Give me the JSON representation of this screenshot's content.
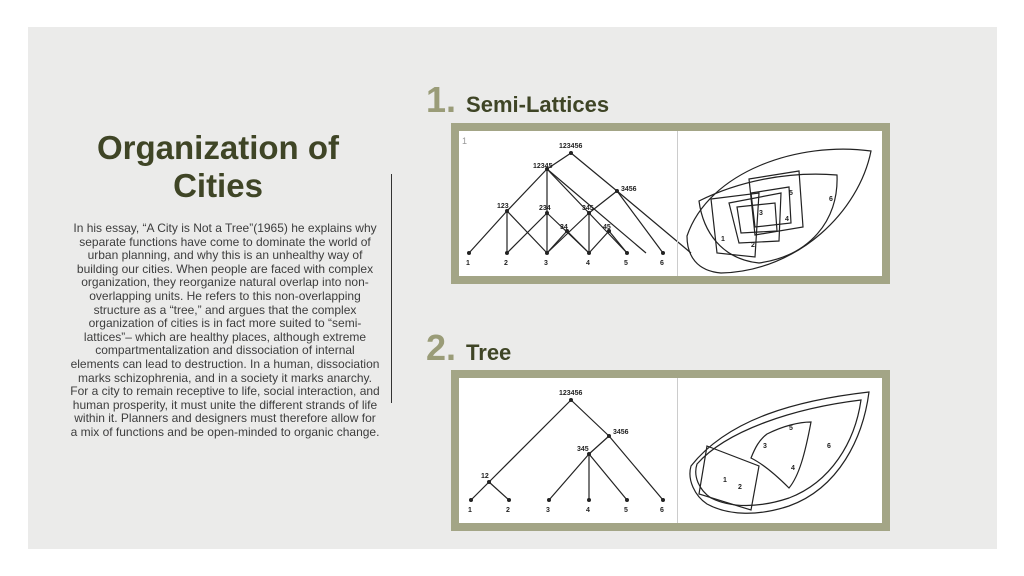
{
  "slide": {
    "title": "Organization of Cities",
    "body": "In his essay, “A City is Not a Tree”(1965) he explains why separate functions have come to dominate the world of urban planning, and why this is an unhealthy way of building our cities. When people are faced with complex organization, they reorganize natural overlap into non-overlapping units. He refers to this non-overlapping structure as a “tree,” and argues that the complex organization of cities is in fact more suited to “semi-lattices”– which are healthy places, although extreme compartmentalization and dissociation of internal elements can lead to destruction. In a human, dissociation marks schizophrenia, and in a society it marks anarchy. For a city to remain receptive to life, social interaction, and human prosperity, it must unite the different strands of life within it. Planners and designers must therefore allow for a mix of functions and be open-minded to organic change."
  },
  "sections": [
    {
      "number": "1.",
      "label": "Semi-Lattices",
      "figure_mark": "1",
      "lattice_labels": [
        "123456",
        "12345",
        "3456",
        "123",
        "234",
        "345",
        "34",
        "45",
        "1",
        "2",
        "3",
        "4",
        "5",
        "6"
      ],
      "venn_labels": [
        "1",
        "2",
        "3",
        "4",
        "5",
        "6"
      ]
    },
    {
      "number": "2.",
      "label": "Tree",
      "tree_labels": [
        "123456",
        "3456",
        "345",
        "12",
        "1",
        "2",
        "3",
        "4",
        "5",
        "6"
      ],
      "venn_labels": [
        "1",
        "2",
        "3",
        "4",
        "5",
        "6"
      ]
    }
  ],
  "colors": {
    "title": "#3f4526",
    "accent": "#9a9c78",
    "frame": "#a3a586",
    "slide_bg": "#ebebea"
  }
}
